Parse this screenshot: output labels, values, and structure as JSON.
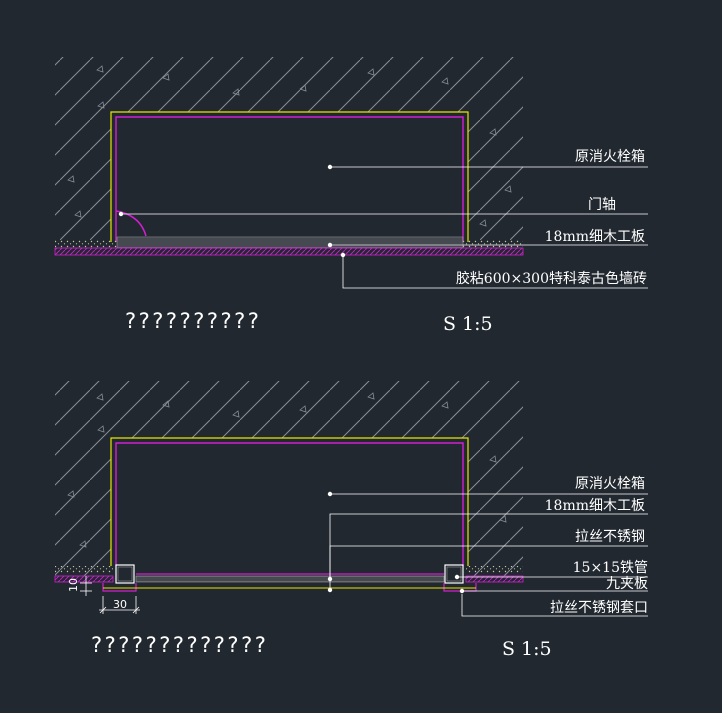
{
  "colors": {
    "background": "#212830",
    "outline_yellow": "#e6e600",
    "box_magenta": "#d21fd2",
    "leader_white": "#ffffff",
    "hatch_gray": "#8a8f96"
  },
  "detail_1": {
    "title": "??????????",
    "scale": "S 1:5",
    "labels": {
      "box": "原消火栓箱",
      "hinge": "门轴",
      "board": "18mm细木工板",
      "tile": "胶粘600×300特科泰古色墙砖"
    }
  },
  "detail_2": {
    "title": "?????????????",
    "scale": "S 1:5",
    "labels": {
      "box": "原消火栓箱",
      "board": "18mm细木工板",
      "steel": "拉丝不锈钢",
      "tube": "15×15铁管",
      "plywood": "九夹板",
      "trim": "拉丝不锈钢套口"
    },
    "dimensions": {
      "width": "30",
      "height": "10"
    }
  }
}
